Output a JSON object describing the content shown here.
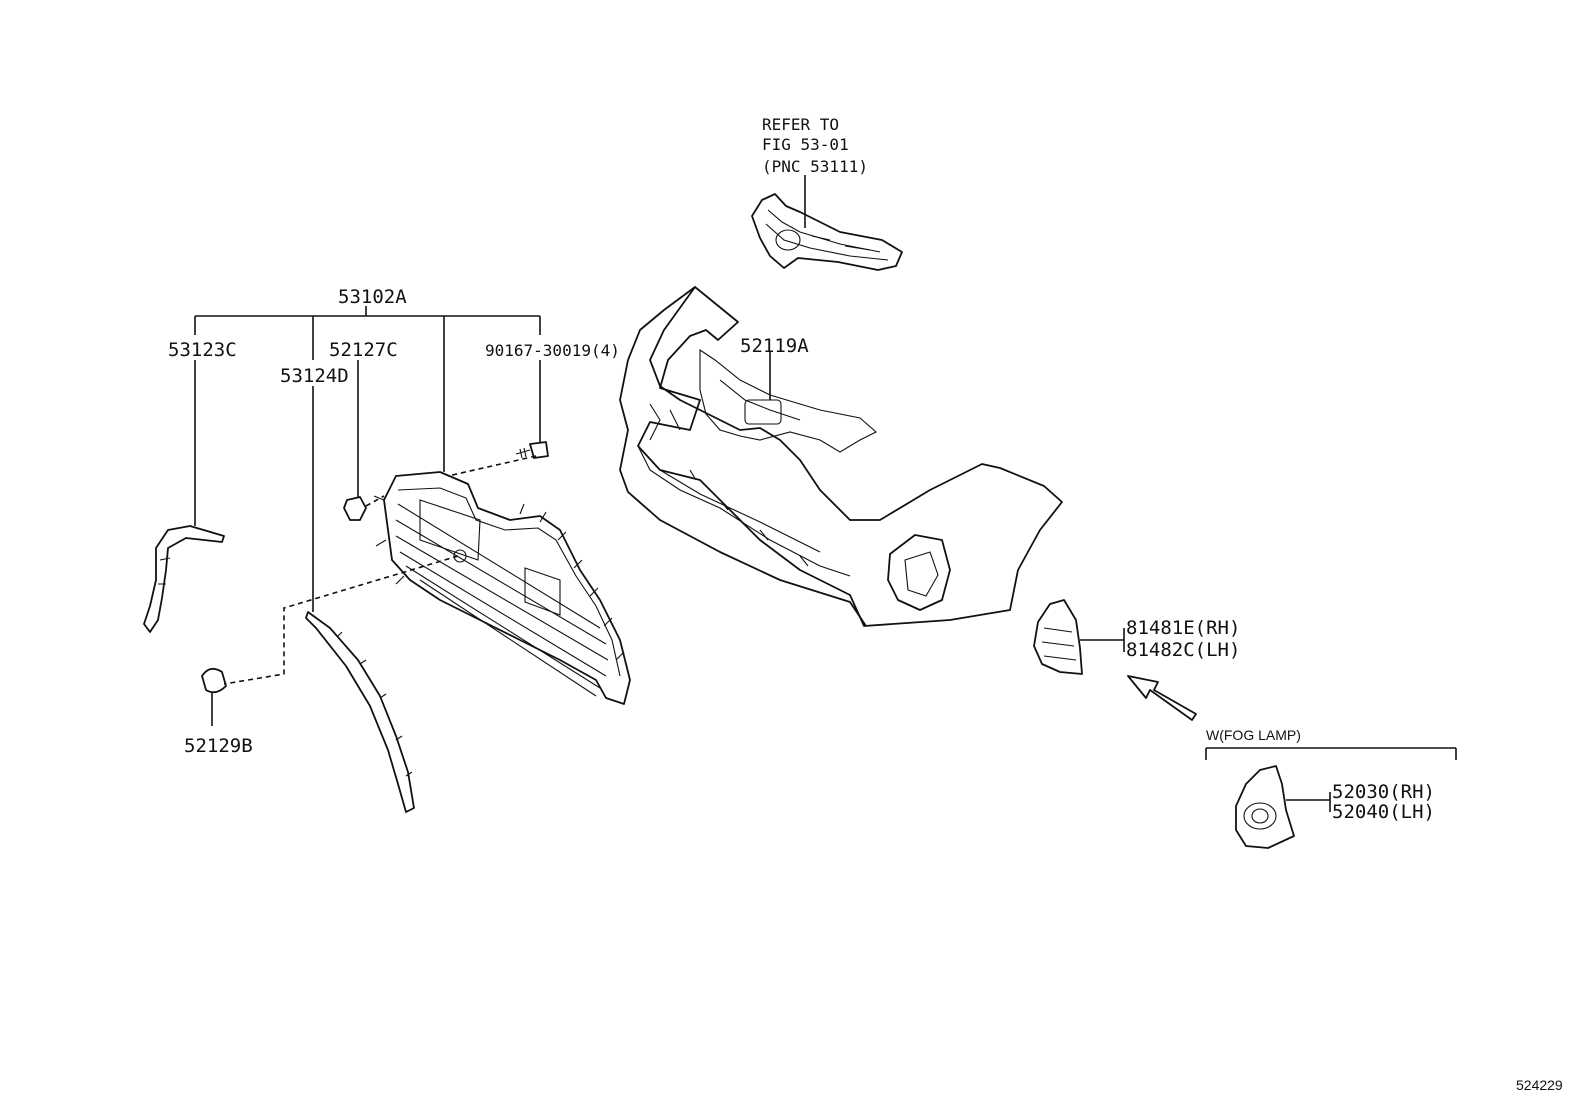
{
  "diagram": {
    "figure_number": "524229",
    "refer_note": {
      "line1": "REFER TO",
      "line2": "FIG 53-01",
      "line3": "(PNC 53111)"
    },
    "callouts": {
      "p53102A": "53102A",
      "p53123C": "53123C",
      "p52127C": "52127C",
      "p53124D": "53124D",
      "p90167": "90167-30019(4)",
      "p52119A": "52119A",
      "p81481E": "81481E(RH)",
      "p81482C": "81482C(LH)",
      "p52129B": "52129B",
      "p52030": "52030(RH)",
      "p52040": "52040(LH)"
    },
    "condition_label": "W(FOG LAMP)"
  }
}
